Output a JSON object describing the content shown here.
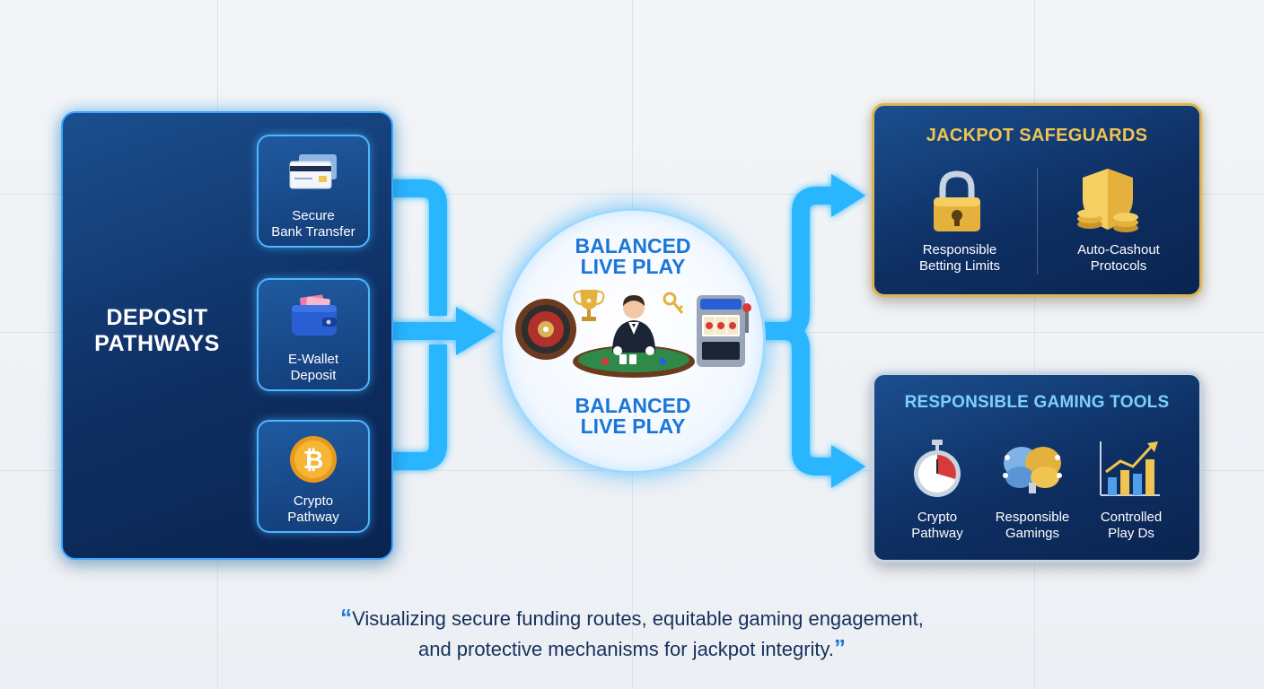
{
  "deposit": {
    "title_line1": "DEPOSIT",
    "title_line2": "PATHWAYS",
    "options": [
      {
        "line1": "Secure",
        "line2": "Bank Transfer",
        "icon": "credit-card-icon"
      },
      {
        "line1": "E-Wallet",
        "line2": "Deposit",
        "icon": "wallet-icon"
      },
      {
        "line1": "Crypto",
        "line2": "Pathway",
        "icon": "bitcoin-icon"
      }
    ]
  },
  "center": {
    "top_line1": "BALANCED",
    "top_line2": "LIVE PLAY",
    "bottom_line1": "BALANCED",
    "bottom_line2": "LIVE PLAY"
  },
  "jackpot": {
    "heading": "JACKPOT SAFEGUARDS",
    "items": [
      {
        "line1": "Responsible",
        "line2": "Betting Limits",
        "icon": "padlock-icon"
      },
      {
        "line1": "Auto-Cashout",
        "line2": "Protocols",
        "icon": "shield-coins-icon"
      }
    ]
  },
  "tools": {
    "heading": "RESPONSIBLE GAMING TOOLS",
    "items": [
      {
        "line1": "Crypto",
        "line2": "Pathway",
        "icon": "stopwatch-icon"
      },
      {
        "line1": "Responsible",
        "line2": "Gamings",
        "icon": "brain-icon"
      },
      {
        "line1": "Controlled",
        "line2": "Play Ds",
        "icon": "growth-chart-icon"
      }
    ]
  },
  "caption": {
    "open_quote": "“",
    "line1": "Visualizing secure funding routes, equitable gaming engagement,",
    "line2": "and protective mechanisms for jackpot integrity.",
    "close_quote": "”"
  },
  "colors": {
    "panel_navy": "#0e2f63",
    "glow_blue": "#29b6ff",
    "gold": "#f0c451",
    "accent_blue": "#1a76d8"
  }
}
